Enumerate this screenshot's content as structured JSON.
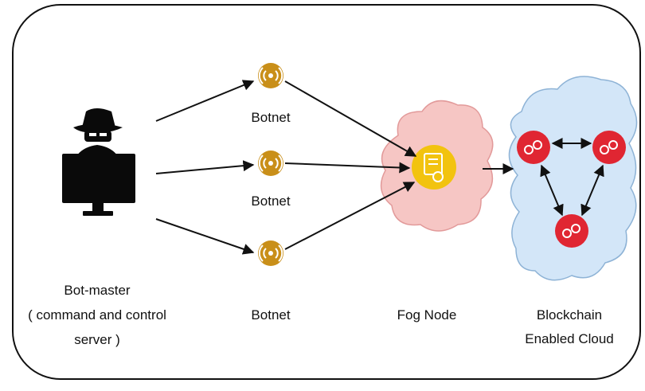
{
  "labels": {
    "botmaster_line1": "Bot-master",
    "botmaster_line2": "( command and control",
    "botmaster_line3": "server )",
    "botnet_top": "Botnet",
    "botnet_middle": "Botnet",
    "botnet_bottom": "Botnet",
    "fog_node": "Fog Node",
    "cloud_line1": "Blockchain",
    "cloud_line2": "Enabled Cloud"
  },
  "icons": {
    "botmaster": "hacker-at-computer-icon",
    "botnet": "wifi-signal-icon",
    "fog": "certificate-icon",
    "blockchain": "link-icon"
  },
  "colors": {
    "frame": "#111111",
    "botnet": "#c98f19",
    "fog_fill": "#f6c6c4",
    "fog_stroke": "#e29a9a",
    "fog_icon": "#f2c30f",
    "cloud_fill": "#d3e6f8",
    "cloud_stroke": "#8eb3d6",
    "blockchain_node": "#e02632",
    "arrows": "#111111"
  }
}
